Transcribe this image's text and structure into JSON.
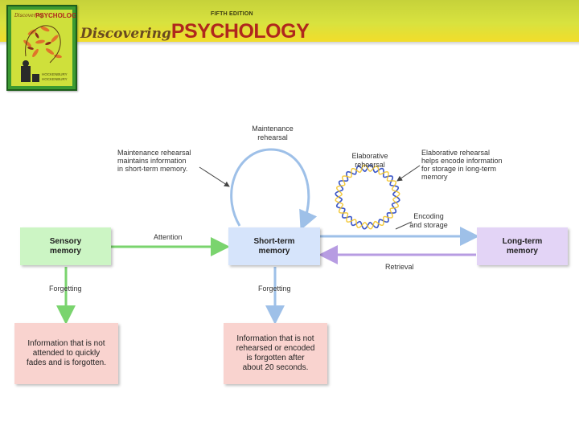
{
  "header": {
    "edition": "FIFTH EDITION",
    "logo_word1": "Discovering",
    "logo_word2": "PSYCHOLOGY",
    "book_cover": {
      "title": "Discovering PSYCHOLOGY",
      "authors": [
        "HOCKENBURY",
        "HOCKENBURY"
      ]
    }
  },
  "diagram": {
    "boxes": {
      "sensory": "Sensory\nmemory",
      "short_term": "Short-term\nmemory",
      "long_term": "Long-term\nmemory",
      "sensory_forgetting": "Information that is not\nattended to quickly\nfades and is forgotten.",
      "short_term_forgetting": "Information that is not\nrehearsed or encoded\nis forgotten after\nabout 20 seconds."
    },
    "labels": {
      "maintenance": "Maintenance\nrehearsal",
      "maintenance_note": "Maintenance rehearsal\nmaintains information\nin short-term memory.",
      "elaborative": "Elaborative\nrehearsal",
      "elaborative_note": "Elaborative rehearsal\nhelps encode information\nfor storage in long-term\nmemory",
      "encoding": "Encoding\nand storage",
      "attention": "Attention",
      "retrieval": "Retrieval",
      "forgetting_1": "Forgetting",
      "forgetting_2": "Forgetting"
    },
    "colors": {
      "sensory": "#ccf5c4",
      "short_term": "#d6e4fb",
      "long_term": "#e3d4f6",
      "forgotten": "#f9d3cf",
      "green_arrow": "#7ad46e",
      "blue_arrow": "#9ec0e8",
      "purple_arrow": "#b79ce2"
    }
  }
}
